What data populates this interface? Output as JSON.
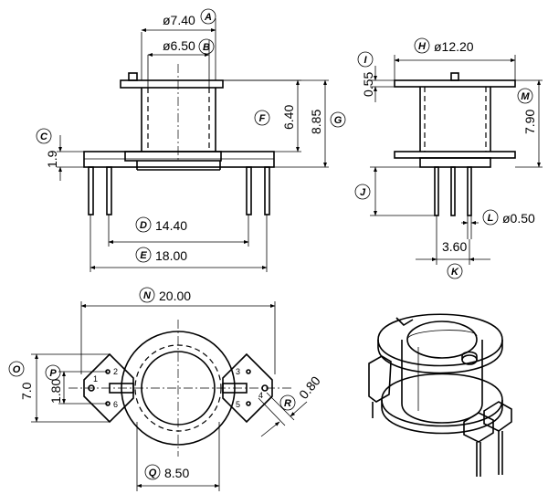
{
  "dimensions": {
    "A": {
      "letter": "A",
      "value": "ø7.40"
    },
    "B": {
      "letter": "B",
      "value": "ø6.50"
    },
    "C": {
      "letter": "C",
      "value": "1.9"
    },
    "D": {
      "letter": "D",
      "value": "14.40"
    },
    "E": {
      "letter": "E",
      "value": "18.00"
    },
    "F": {
      "letter": "F",
      "value": "6.40"
    },
    "G": {
      "letter": "G",
      "value": "8.85"
    },
    "H": {
      "letter": "H",
      "value": "ø12.20"
    },
    "I": {
      "letter": "I",
      "value": "0.55"
    },
    "J": {
      "letter": "J",
      "value": ""
    },
    "K": {
      "letter": "K",
      "value": "3.60"
    },
    "L": {
      "letter": "L",
      "value": "ø0.50"
    },
    "M": {
      "letter": "M",
      "value": "7.90"
    },
    "N": {
      "letter": "N",
      "value": "20.00"
    },
    "O": {
      "letter": "O",
      "value": "7.0"
    },
    "P": {
      "letter": "P",
      "value": "1.80"
    },
    "Q": {
      "letter": "Q",
      "value": "8.50"
    },
    "R": {
      "letter": "R",
      "value": "0.80"
    }
  },
  "pins": [
    "1",
    "2",
    "3",
    "4",
    "5",
    "6"
  ]
}
